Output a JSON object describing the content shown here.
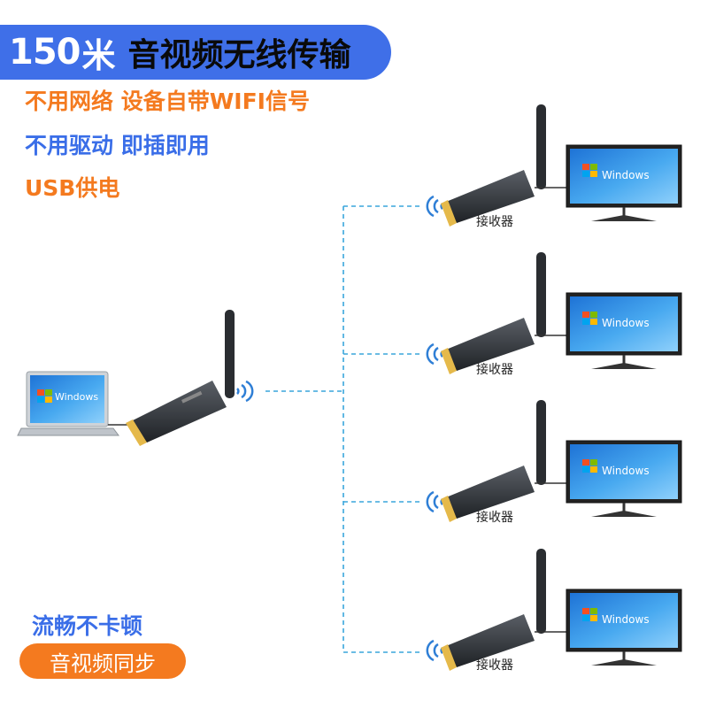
{
  "title": {
    "number": "150",
    "unit": "米",
    "text": "音视频无线传输"
  },
  "features": [
    "不用网络 设备自带WIFI信号",
    "不用驱动 即插即用",
    "USB供电"
  ],
  "bottom": {
    "smooth": "流畅不卡顿",
    "sync": "音视频同步"
  },
  "screen_brand": "Windows",
  "receiver_label": "接收器",
  "colors": {
    "blue": "#3f6fe8",
    "orange": "#f47a1f",
    "dash": "#3aa6dc"
  }
}
